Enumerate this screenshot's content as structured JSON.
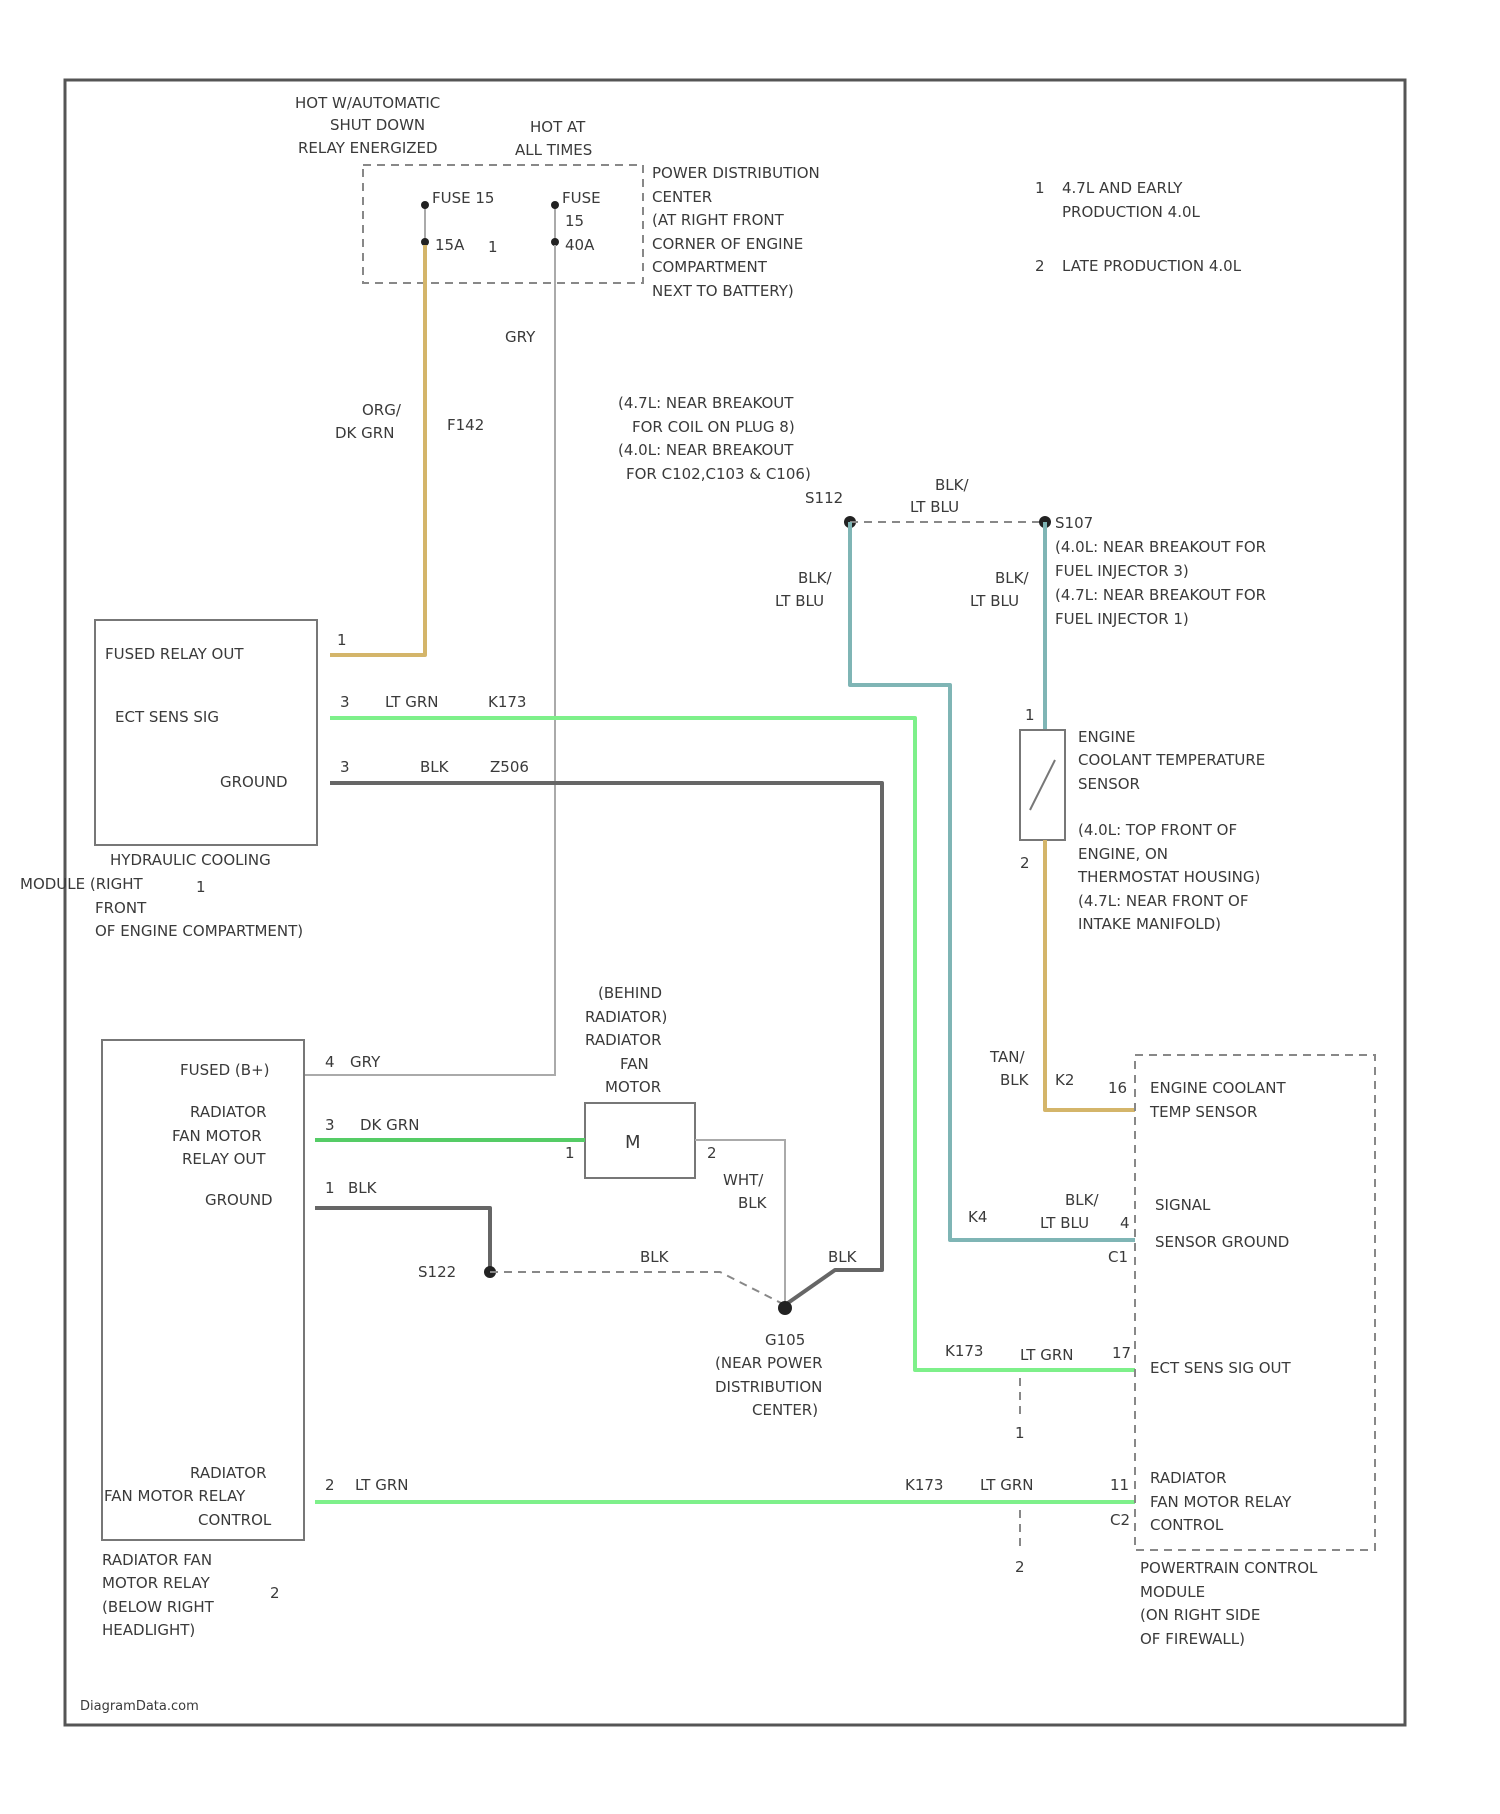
{
  "colors": {
    "frame": "#555555",
    "wire_tan": "#d4b56a",
    "wire_lt_grn": "#7ef08a",
    "wire_dk_grn": "#55cc66",
    "wire_blk": "#666666",
    "wire_lt_blu": "#7fb5b5",
    "wire_gry": "#bbbbbb"
  },
  "top_labels": {
    "hot_asd_1": "HOT W/AUTOMATIC",
    "hot_asd_2": "SHUT DOWN",
    "hot_asd_3": "RELAY ENERGIZED",
    "hot_all_1": "HOT AT",
    "hot_all_2": "ALL TIMES",
    "fuse_a_1": "FUSE 15",
    "fuse_a_2": "15A",
    "fuse_a_note": "1",
    "fuse_b_1": "FUSE",
    "fuse_b_2": "15",
    "fuse_b_3": "40A",
    "pdc_1": "POWER DISTRIBUTION",
    "pdc_2": "CENTER",
    "pdc_3": "(AT RIGHT FRONT",
    "pdc_4": "CORNER OF ENGINE",
    "pdc_5": "COMPARTMENT",
    "pdc_6": "NEXT TO BATTERY)"
  },
  "notes": {
    "n1_num": "1",
    "n1_l1": "4.7L AND EARLY",
    "n1_l2": "PRODUCTION 4.0L",
    "n2_num": "2",
    "n2_l1": "LATE PRODUCTION 4.0L"
  },
  "wire_labels": {
    "gry_top": "GRY",
    "org_1": "ORG/",
    "org_2": "DK GRN",
    "f142": "F142",
    "splice_1": "(4.7L: NEAR BREAKOUT",
    "splice_2": "FOR COIL ON PLUG 8)",
    "splice_3": "(4.0L: NEAR BREAKOUT",
    "splice_4": "FOR C102,C103 & C106)",
    "s112": "S112",
    "blk_lt_blu_top_1": "BLK/",
    "blk_lt_blu_top_2": "LT BLU",
    "s107": "S107",
    "s107_1": "(4.0L: NEAR BREAKOUT FOR",
    "s107_2": "FUEL INJECTOR 3)",
    "s107_3": "(4.7L: NEAR BREAKOUT FOR",
    "s107_4": "FUEL INJECTOR 1)",
    "blk_lt_blu_l_1": "BLK/",
    "blk_lt_blu_l_2": "LT BLU",
    "blk_lt_blu_r_1": "BLK/",
    "blk_lt_blu_r_2": "LT BLU",
    "pin1": "1",
    "pin_lt_grn": "LT GRN",
    "k173_a": "K173",
    "pin3": "3",
    "pin_blk": "BLK",
    "z506": "Z506",
    "ect_pin1": "1",
    "ect_pin2": "2"
  },
  "hcm": {
    "fused_relay_out": "FUSED RELAY OUT",
    "ect_sens_sig": "ECT SENS SIG",
    "ground": "GROUND",
    "name_1": "HYDRAULIC COOLING",
    "name_2": "MODULE (RIGHT",
    "name_num": "1",
    "name_3": "FRONT",
    "name_4": "OF ENGINE COMPARTMENT)"
  },
  "ect_sensor": {
    "l1": "ENGINE",
    "l2": "COOLANT TEMPERATURE",
    "l3": "SENSOR",
    "l4": "(4.0L: TOP FRONT OF",
    "l5": "ENGINE, ON",
    "l6": "THERMOSTAT HOUSING)",
    "l7": "(4.7L: NEAR FRONT OF",
    "l8": "INTAKE MANIFOLD)"
  },
  "fan_motor": {
    "l1": "(BEHIND",
    "l2": "RADIATOR)",
    "l3": "RADIATOR",
    "l4": "FAN",
    "l5": "MOTOR",
    "symbol": "M",
    "pin1": "1",
    "pin2": "2",
    "wht_blk_1": "WHT/",
    "wht_blk_2": "BLK"
  },
  "relay": {
    "fused_b": "FUSED (B+)",
    "pin4": "4",
    "gry": "GRY",
    "rad_1": "RADIATOR",
    "rad_2": "FAN MOTOR",
    "rad_3": "RELAY OUT",
    "pin3": "3",
    "dk_grn": "DK GRN",
    "ground": "GROUND",
    "pin1": "1",
    "blk": "BLK",
    "ctl_1": "RADIATOR",
    "ctl_2": "FAN MOTOR RELAY",
    "ctl_3": "CONTROL",
    "pin2": "2",
    "lt_grn": "LT GRN",
    "name_1": "RADIATOR FAN",
    "name_2": "MOTOR RELAY",
    "name_3": "(BELOW RIGHT",
    "name_4": "HEADLIGHT)",
    "name_num": "2"
  },
  "ground": {
    "s122": "S122",
    "blk_a": "BLK",
    "blk_b": "BLK",
    "g105": "G105",
    "g105_1": "(NEAR POWER",
    "g105_2": "DISTRIBUTION",
    "g105_3": "CENTER)"
  },
  "pcm": {
    "tan_1": "TAN/",
    "tan_2": "BLK",
    "k2": "K2",
    "pin16": "16",
    "ect_1": "ENGINE COOLANT",
    "ect_2": "TEMP SENSOR",
    "signal": "SIGNAL",
    "sensor_ground": "SENSOR GROUND",
    "k4": "K4",
    "blk_1": "BLK/",
    "blk_2": "LT BLU",
    "pin4": "4",
    "c1": "C1",
    "ect_out": "ECT SENS SIG OUT",
    "k173_b": "K173",
    "lt_grn_b": "LT GRN",
    "pin17": "17",
    "note1": "1",
    "rad_1": "RADIATOR",
    "rad_2": "FAN MOTOR RELAY",
    "rad_3": "CONTROL",
    "k173_c": "K173",
    "lt_grn_c": "LT GRN",
    "pin11": "11",
    "c2": "C2",
    "note2": "2",
    "name_1": "POWERTRAIN CONTROL",
    "name_2": "MODULE",
    "name_3": "(ON RIGHT SIDE",
    "name_4": "OF FIREWALL)"
  },
  "watermark": "DiagramData.com"
}
